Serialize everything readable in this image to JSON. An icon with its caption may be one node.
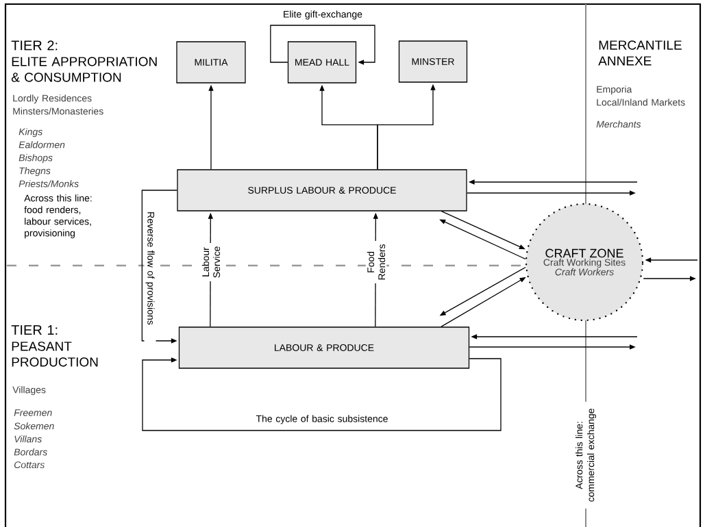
{
  "diagram": {
    "nodes": [
      {
        "text": [
          "MILITIA"
        ]
      },
      {
        "text": [
          "MEAD HALL"
        ]
      },
      {
        "text": [
          "MINSTER"
        ]
      },
      {
        "text": [
          "SURPLUS LABOUR & PRODUCE"
        ]
      },
      {
        "text": [
          "CRAFT ZONE",
          "Craft Working Sites",
          "Craft Workers"
        ]
      },
      {
        "text": [
          "LABOUR & PRODUCE"
        ]
      }
    ],
    "edges": [
      {
        "from": 3,
        "to": 0,
        "arrow": "to"
      },
      {
        "from": 3,
        "to": 1,
        "arrow": "to"
      },
      {
        "from": 3,
        "to": 2,
        "arrow": "to"
      },
      {
        "from": 1,
        "to": 1,
        "arrow": "to",
        "label": "Elite gift-exchange"
      },
      {
        "from": 3,
        "to": 5,
        "arrow": "to",
        "label": "Reverse flow of provisions"
      },
      {
        "from": 5,
        "to": 3,
        "arrow": "to",
        "label": "Labour Service"
      },
      {
        "from": 5,
        "to": 3,
        "arrow": "to",
        "label": "Food Renders"
      },
      {
        "from": 5,
        "to": 5,
        "arrow": "to",
        "label": "The cycle of basic subsistence"
      },
      {
        "from": null,
        "to": 3,
        "arrow": "to"
      },
      {
        "from": 3,
        "to": null,
        "arrow": "to"
      },
      {
        "from": 3,
        "to": 4,
        "arrow": "to"
      },
      {
        "from": 4,
        "to": 3,
        "arrow": "to"
      },
      {
        "from": 4,
        "to": 5,
        "arrow": "to"
      },
      {
        "from": 5,
        "to": 4,
        "arrow": "to"
      },
      {
        "from": null,
        "to": 5,
        "arrow": "to"
      },
      {
        "from": 5,
        "to": null,
        "arrow": "to"
      },
      {
        "from": null,
        "to": 4,
        "arrow": "to"
      },
      {
        "from": 4,
        "to": null,
        "arrow": "to"
      }
    ],
    "labels": [
      "TIER 2:",
      "ELITE APPROPRIATION & CONSUMPTION",
      "Lordly Residences",
      "Minsters/Monasteries",
      "Kings",
      "Ealdormen",
      "Bishops",
      "Thegns",
      "Priests/Monks",
      "MERCANTILE ANNEXE",
      "Emporia",
      "Local/Inland Markets",
      "Merchants",
      "Across this line: food renders, labour services, provisioning",
      "TIER 1:",
      "PEASANT PRODUCTION",
      "Villages",
      "Freemen",
      "Sokemen",
      "Villans",
      "Bordars",
      "Cottars",
      "Across this line: commercial exchange"
    ]
  }
}
